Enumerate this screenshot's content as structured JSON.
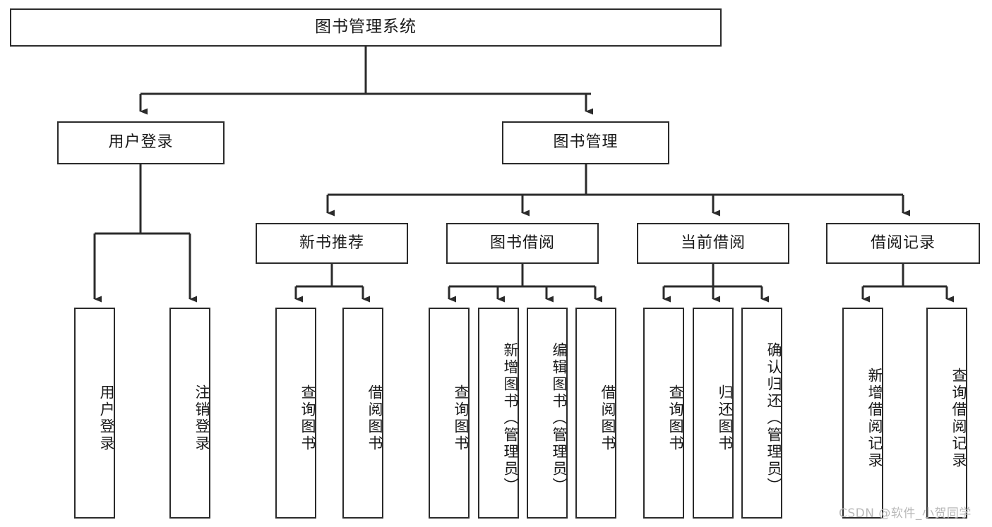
{
  "diagram": {
    "title": "图书管理系统",
    "watermark": "CSDN @软件_小贺同学",
    "colors": {
      "stroke": "#2b2b2b",
      "fill": "#ffffff",
      "text": "#1a1a1a",
      "watermark": "#b9b9b9"
    },
    "nodes": {
      "root": "图书管理系统",
      "level2": {
        "user_login": "用户登录",
        "book_manage": "图书管理"
      },
      "level3": {
        "new_book_recommend": "新书推荐",
        "book_borrow": "图书借阅",
        "current_borrow": "当前借阅",
        "borrow_record": "借阅记录"
      },
      "leaves": {
        "user_login_1": "用户登录",
        "user_login_2": "注销登录",
        "new_book_1": "查询图书",
        "new_book_2": "借阅图书",
        "book_borrow_1": "查询图书",
        "book_borrow_2": "新增图书（管理员）",
        "book_borrow_3": "编辑图书（管理员）",
        "book_borrow_4": "借阅图书",
        "current_borrow_1": "查询图书",
        "current_borrow_2": "归还图书",
        "current_borrow_3": "确认归还（管理员）",
        "borrow_record_1": "新增借阅记录",
        "borrow_record_2": "查询借阅记录"
      }
    }
  }
}
